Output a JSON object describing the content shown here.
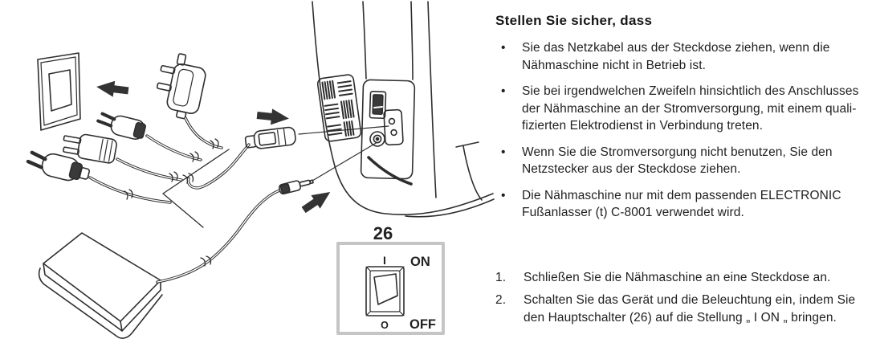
{
  "colors": {
    "background": "#ffffff",
    "line_art": "#2e2e2e",
    "arrow_fill": "#333333",
    "detail_box_border": "#c5c5c5",
    "text": "#1f1f1f"
  },
  "diagram": {
    "figure_parts": [
      "wall-outlet",
      "arrow-to-outlet",
      "uk-plug-adapter",
      "euro-plug",
      "us-plug",
      "euro-plug-2",
      "power-cord-connector",
      "arrow-to-inlet",
      "dc-plug",
      "arrow-to-jack",
      "foot-controller",
      "machine-side-panel",
      "ventilation-grille",
      "power-switch",
      "power-inlet",
      "pedal-jack"
    ],
    "switch_callout": {
      "part_number": "26",
      "on_symbol": "I",
      "on_label": "ON",
      "off_symbol": "O",
      "off_label": "OFF"
    }
  },
  "instructions": {
    "heading": "Stellen Sie sicher, dass",
    "bullet_char": "•",
    "bullets": [
      {
        "lines": [
          "Sie das Netzkabel aus der Steckdose ziehen, wenn die",
          "Nähmaschine nicht in Betrieb ist."
        ]
      },
      {
        "lines": [
          "Sie bei irgendwelchen Zweifeln hinsichtlich des Anschlusses",
          "der Nähmaschine an der Stromversorgung, mit einem quali-",
          "fizierten Elektrodienst in Verbindung treten."
        ]
      },
      {
        "lines": [
          "Wenn Sie die Stromversorgung nicht benutzen, Sie den",
          "Netzstecker aus der Steckdose ziehen."
        ]
      },
      {
        "lines": [
          "Die Nähmaschine nur mit dem passenden ELECTRONIC",
          "Fußanlasser (t) C-8001 verwendet wird."
        ]
      }
    ],
    "steps": [
      {
        "number": "1.",
        "lines": [
          "Schließen Sie die Nähmaschine an eine Steckdose an."
        ]
      },
      {
        "number": "2.",
        "lines": [
          "Schalten Sie das Gerät und die Beleuchtung ein, indem Sie",
          "den Hauptschalter (26) auf die Stellung „ I ON „ bringen."
        ]
      }
    ]
  }
}
